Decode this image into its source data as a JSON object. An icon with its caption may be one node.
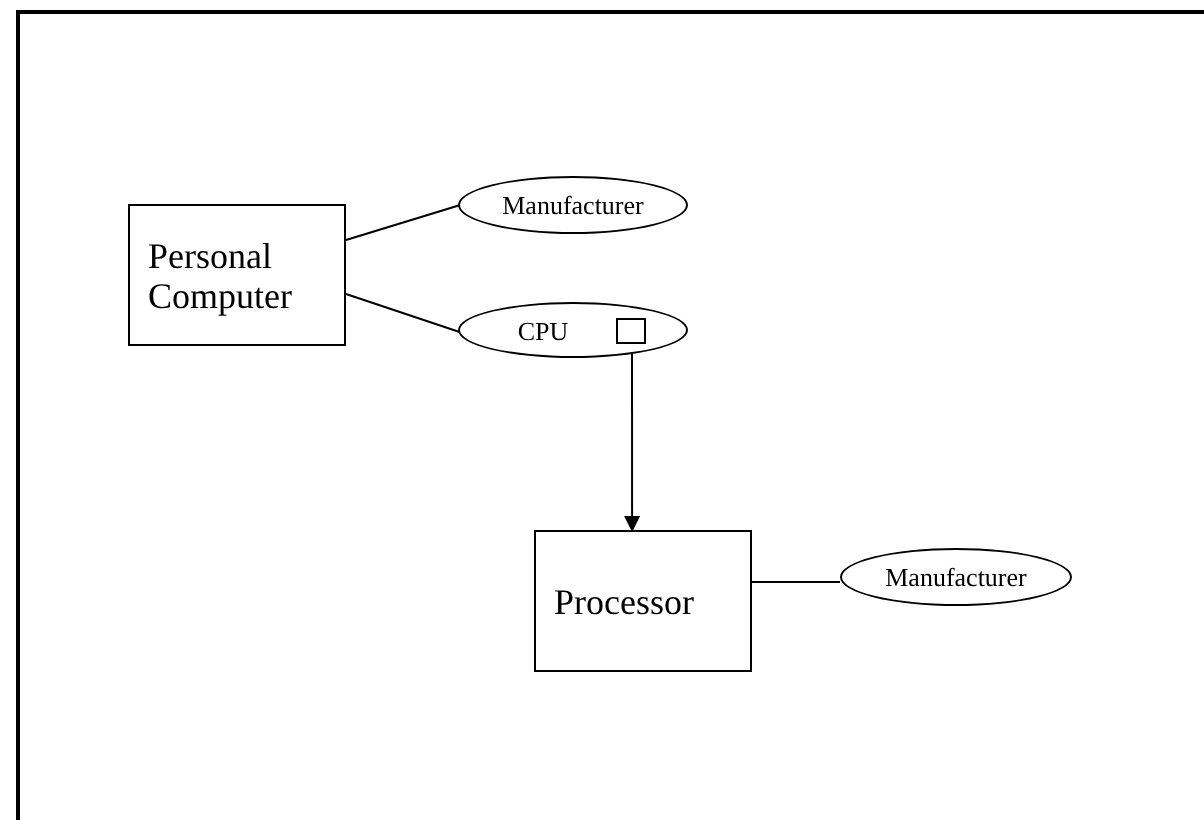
{
  "diagram": {
    "nodes": [
      {
        "text": [
          "Personal Computer"
        ]
      },
      {
        "text": [
          "Manufacturer"
        ]
      },
      {
        "text": [
          "CPU"
        ]
      },
      {
        "text": [],
        "shape": "box",
        "in": 2
      },
      {
        "text": [
          "Processor"
        ]
      },
      {
        "text": [
          "Manufacturer"
        ]
      }
    ],
    "edges": [
      {
        "from": 0,
        "to": 1,
        "arrow": "none"
      },
      {
        "from": 0,
        "to": 2,
        "arrow": "none"
      },
      {
        "from": 3,
        "to": 4,
        "arrow": "to"
      },
      {
        "from": 4,
        "to": 5,
        "arrow": "none"
      }
    ]
  }
}
